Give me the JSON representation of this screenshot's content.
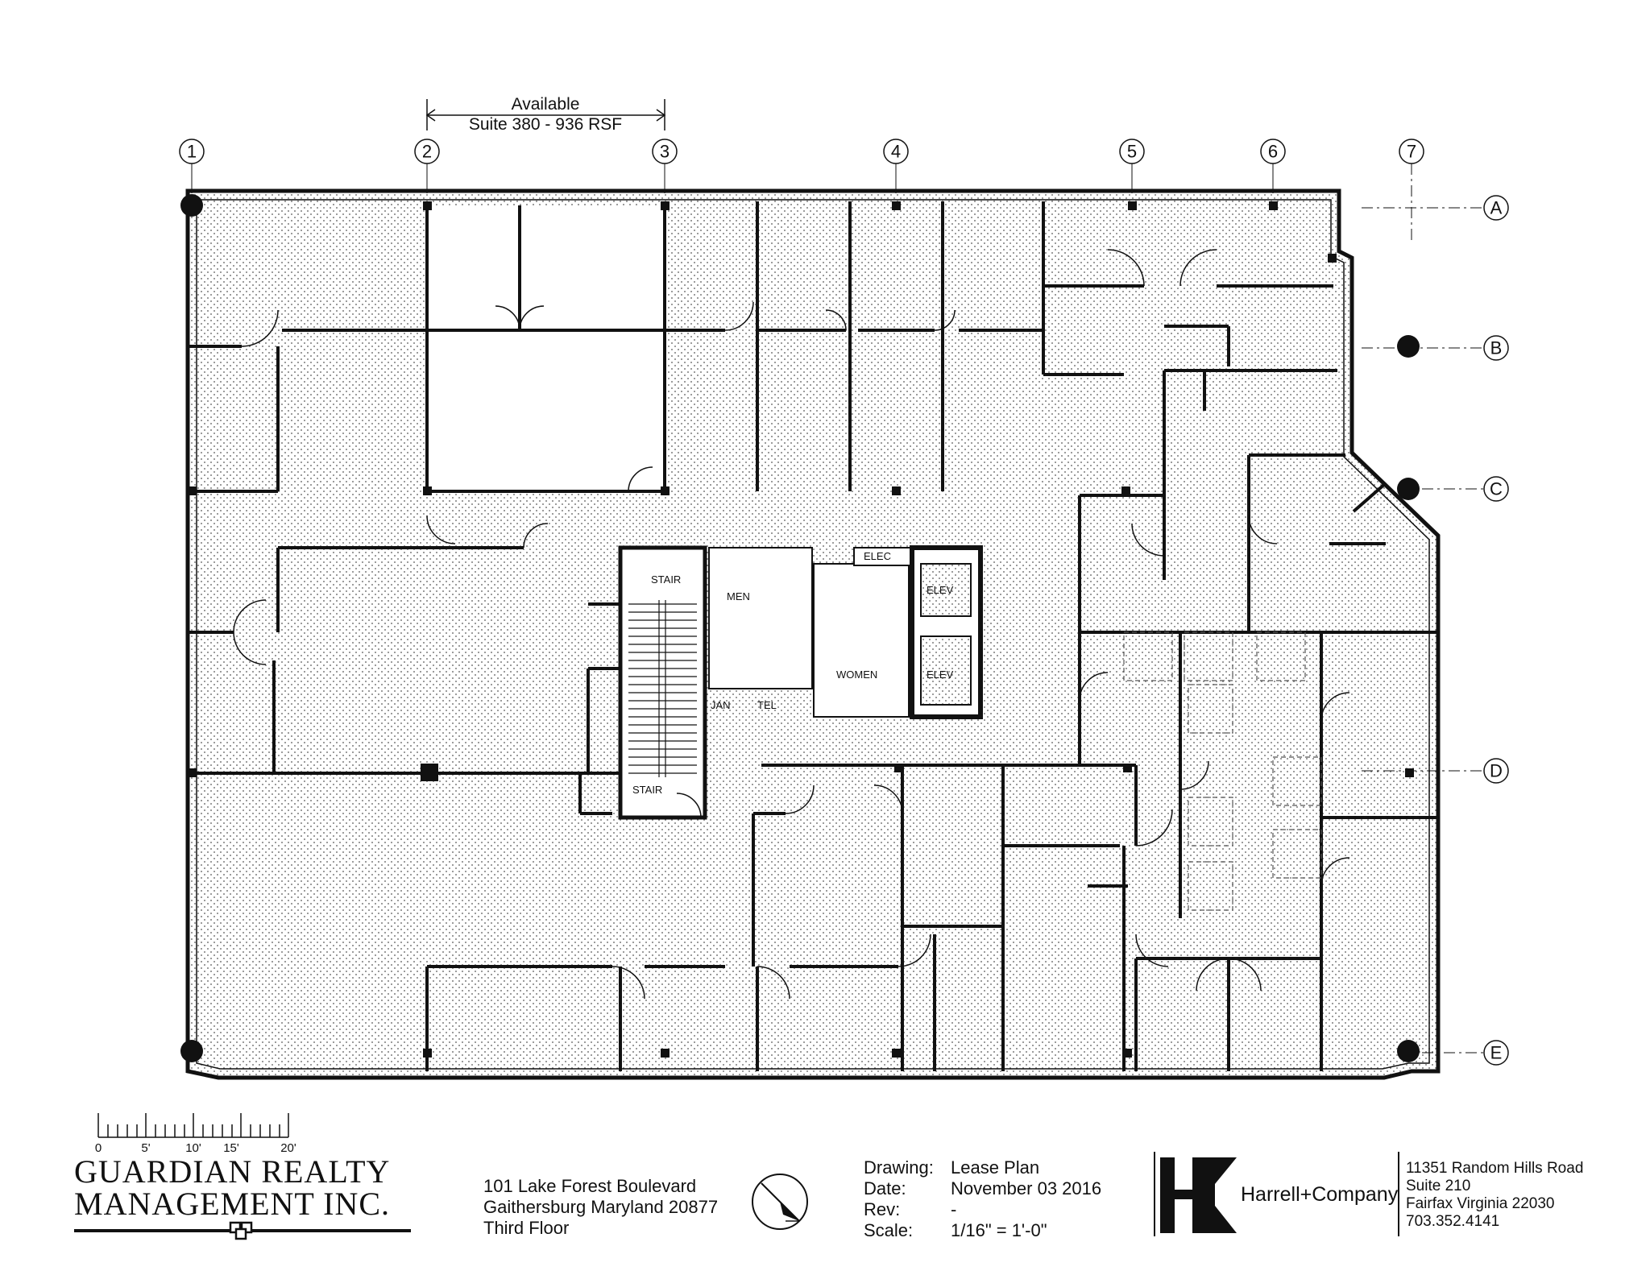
{
  "available_label": "Available",
  "suite_label": "Suite 380 - 936 RSF",
  "column_grid": [
    "1",
    "2",
    "3",
    "4",
    "5",
    "6",
    "7"
  ],
  "row_grid": [
    "A",
    "B",
    "C",
    "D",
    "E"
  ],
  "room_labels": {
    "stair_top": "STAIR",
    "stair_bottom": "STAIR",
    "men": "MEN",
    "women": "WOMEN",
    "elec": "ELEC",
    "elev_1": "ELEV",
    "elev_2": "ELEV",
    "jan": "JAN",
    "tel": "TEL"
  },
  "scale_bar": {
    "ticks": [
      "0",
      "5'",
      "10'",
      "15'",
      "20'"
    ]
  },
  "company": {
    "line1": "GUARDIAN REALTY",
    "line2": "MANAGEMENT INC."
  },
  "address": {
    "line1": "101 Lake Forest Boulevard",
    "line2": "Gaithersburg Maryland 20877",
    "line3": "Third Floor"
  },
  "drawing_info": {
    "drawing_key": "Drawing:",
    "drawing_val": "Lease Plan",
    "date_key": "Date:",
    "date_val": "November 03 2016",
    "rev_key": "Rev:",
    "rev_val": "-",
    "scale_key": "Scale:",
    "scale_val": "1/16\" = 1'-0\""
  },
  "architect": {
    "name": "Harrell+Company"
  },
  "architect_address": {
    "line1": "11351 Random Hills Road",
    "line2": "Suite 210",
    "line3": "Fairfax Virginia 22030",
    "line4": "703.352.4141"
  }
}
